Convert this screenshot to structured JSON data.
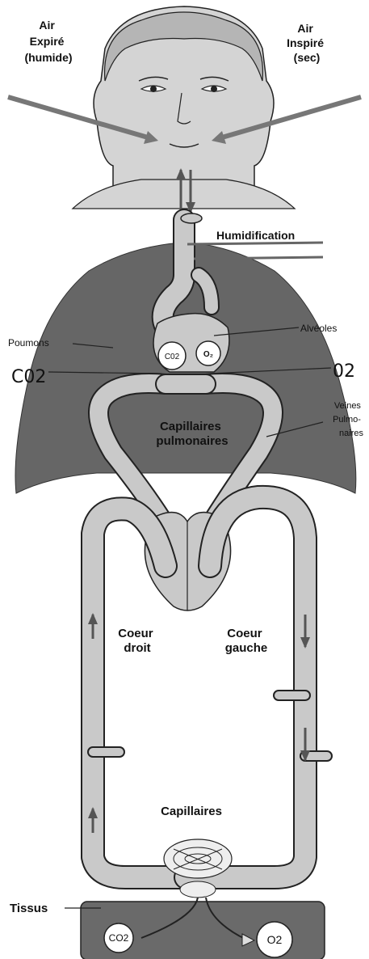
{
  "labels": {
    "air_expire": [
      "Air",
      "Expiré",
      "(humide)"
    ],
    "air_inspire": [
      "Air",
      "Inspiré",
      "(sec)"
    ],
    "humidification": "Humidification",
    "poumons": "Poumons",
    "alveoles": "Alvéoles",
    "co2_left": "C02",
    "o2_right": "02",
    "co2_bubble": "C02",
    "o2_bubble": "O₂",
    "veines_pulmonaires": [
      "Veines",
      "Pulmo-",
      "naires"
    ],
    "capillaires_pulmonaires": [
      "Capillaires",
      "pulmonaires"
    ],
    "coeur_droit": [
      "Coeur",
      "droit"
    ],
    "coeur_gauche": [
      "Coeur",
      "gauche"
    ],
    "capillaires": "Capillaires",
    "tissus": "Tissus",
    "tissue_co2": "CO2",
    "tissue_o2": "O2"
  },
  "colors": {
    "lung": "#666666",
    "tissue": "#6a6a6a",
    "vessel_fill": "#c9c9c9",
    "outline": "#222222",
    "skin": "#d4d4d4",
    "hair": "#b5b5b5"
  }
}
